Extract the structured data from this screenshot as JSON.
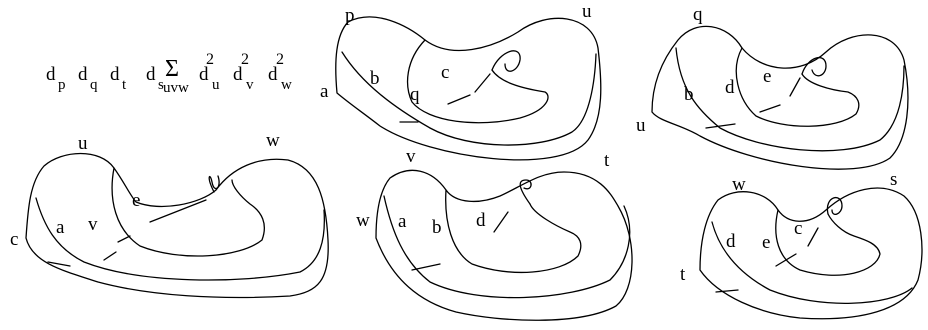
{
  "formula": {
    "terms": [
      {
        "base": "d",
        "sub": "p",
        "sup": ""
      },
      {
        "base": "d",
        "sub": "q",
        "sup": ""
      },
      {
        "base": "d",
        "sub": "t",
        "sup": ""
      },
      {
        "base": "d",
        "sub": "s",
        "sup": ""
      },
      {
        "base": "Σ",
        "sub": "uvw",
        "sup": ""
      },
      {
        "base": "d",
        "sub": "u",
        "sup": "2"
      },
      {
        "base": "d",
        "sub": "v",
        "sup": "2"
      },
      {
        "base": "d",
        "sub": "w",
        "sup": "2"
      }
    ]
  },
  "diagrams": [
    {
      "id": "top-middle",
      "labels": [
        "p",
        "u",
        "a",
        "b",
        "c",
        "q"
      ]
    },
    {
      "id": "top-right",
      "labels": [
        "q",
        "b",
        "d",
        "e",
        "u"
      ]
    },
    {
      "id": "bottom-left",
      "labels": [
        "u",
        "w",
        "c",
        "a",
        "v",
        "e"
      ]
    },
    {
      "id": "bottom-middle",
      "labels": [
        "v",
        "t",
        "w",
        "a",
        "b",
        "d"
      ]
    },
    {
      "id": "bottom-right",
      "labels": [
        "w",
        "s",
        "d",
        "e",
        "c",
        "t"
      ]
    }
  ]
}
